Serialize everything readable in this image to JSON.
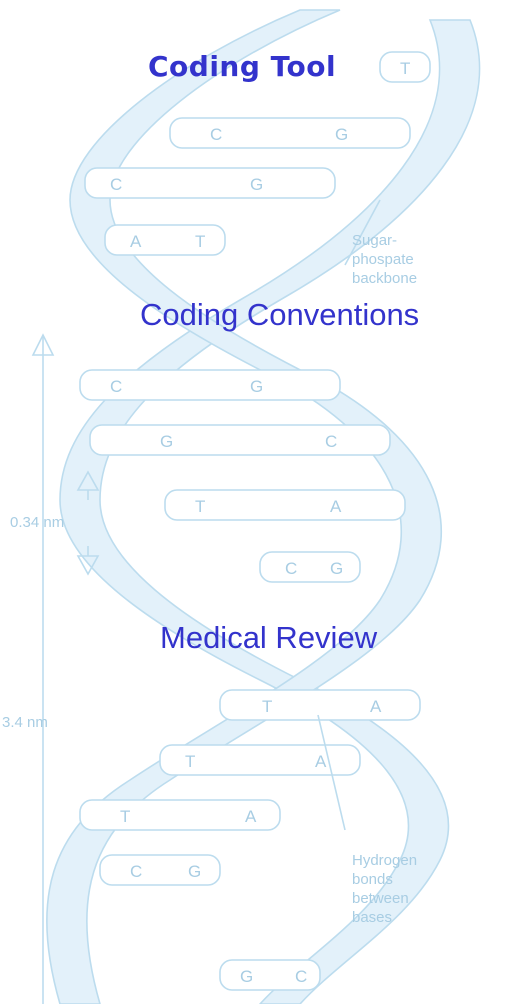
{
  "nav": {
    "coding_tool": "Coding Tool",
    "coding_conventions": "Coding Conventions",
    "medical_review": "Medical Review"
  },
  "background": {
    "icon": "dna-double-helix-icon",
    "base_pairs": [
      [
        "T",
        ""
      ],
      [
        "C",
        "G"
      ],
      [
        "C",
        "G"
      ],
      [
        "A",
        "T"
      ],
      [
        "C",
        "G"
      ],
      [
        "G",
        "C"
      ],
      [
        "T",
        "A"
      ],
      [
        "C",
        "G"
      ],
      [
        "T",
        "A"
      ],
      [
        "T",
        "A"
      ],
      [
        "T",
        "A"
      ],
      [
        "C",
        "G"
      ],
      [
        "G",
        "C"
      ]
    ],
    "backbone_label": "Sugar-\nphospate\nbackbone",
    "rise_label": "0.34 nm",
    "pitch_label": "3.4 nm",
    "hbond_label": "Hydrogen\nbonds\nbetween\nbases"
  },
  "colors": {
    "link": "#3333cc",
    "helix_line": "#bcdcee",
    "helix_fill": "#e3f1fa",
    "helix_text": "#a8cde3"
  }
}
